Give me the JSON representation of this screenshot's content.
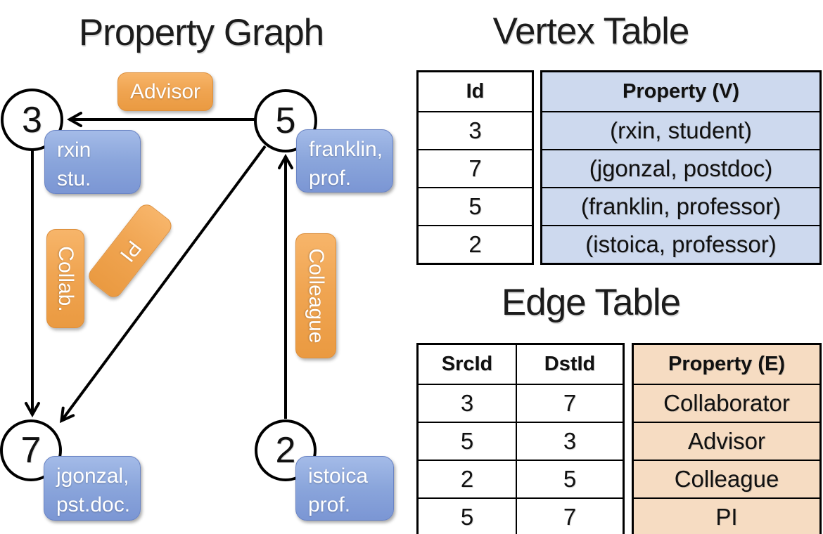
{
  "graph": {
    "title": "Property Graph",
    "nodes": [
      {
        "id": "3"
      },
      {
        "id": "5"
      },
      {
        "id": "7"
      },
      {
        "id": "2"
      }
    ],
    "node_boxes": [
      {
        "line1": "rxin",
        "line2": "stu."
      },
      {
        "line1": "franklin,",
        "line2": "prof."
      },
      {
        "line1": "jgonzal,",
        "line2": "pst.doc."
      },
      {
        "line1": "istoica",
        "line2": "prof."
      }
    ],
    "edge_labels": {
      "advisor": "Advisor",
      "collab": "Collab.",
      "pi": "PI",
      "colleague": "Colleague"
    }
  },
  "vertex_table": {
    "title": "Vertex Table",
    "columns": {
      "id": "Id",
      "property": "Property (V)"
    },
    "rows": [
      {
        "id": "3",
        "property": "(rxin, student)"
      },
      {
        "id": "7",
        "property": "(jgonzal, postdoc)"
      },
      {
        "id": "5",
        "property": "(franklin, professor)"
      },
      {
        "id": "2",
        "property": "(istoica, professor)"
      }
    ]
  },
  "edge_table": {
    "title": "Edge Table",
    "columns": {
      "src": "SrcId",
      "dst": "DstId",
      "property": "Property (E)"
    },
    "rows": [
      {
        "src": "3",
        "dst": "7",
        "property": "Collaborator"
      },
      {
        "src": "5",
        "dst": "3",
        "property": "Advisor"
      },
      {
        "src": "2",
        "dst": "5",
        "property": "Colleague"
      },
      {
        "src": "5",
        "dst": "7",
        "property": "PI"
      }
    ]
  },
  "colors": {
    "edge_label_orange": "#F0A552",
    "node_box_blue": "#8AA5DB",
    "vertex_property_fill": "#CDD9EE",
    "edge_property_fill": "#F6DCC2",
    "stroke_black": "#000000"
  }
}
